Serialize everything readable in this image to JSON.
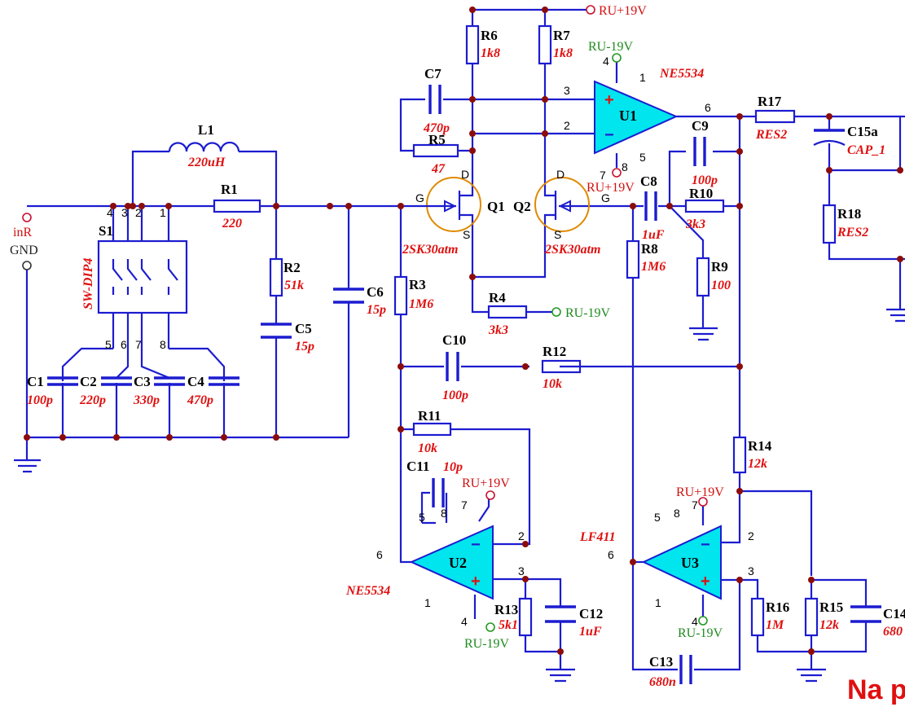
{
  "nets": {
    "ru_pos": "RU+19V",
    "ru_neg": "RU-19V",
    "inr": "inR",
    "gnd": "GND"
  },
  "resistors": {
    "r1": {
      "ref": "R1",
      "value": "220"
    },
    "r2": {
      "ref": "R2",
      "value": "51k"
    },
    "r3": {
      "ref": "R3",
      "value": "1M6"
    },
    "r4": {
      "ref": "R4",
      "value": "3k3"
    },
    "r5": {
      "ref": "R5",
      "value": "47"
    },
    "r6": {
      "ref": "R6",
      "value": "1k8"
    },
    "r7": {
      "ref": "R7",
      "value": "1k8"
    },
    "r8": {
      "ref": "R8",
      "value": "1M6"
    },
    "r9": {
      "ref": "R9",
      "value": "100"
    },
    "r10": {
      "ref": "R10",
      "value": "3k3"
    },
    "r11": {
      "ref": "R11",
      "value": "10k"
    },
    "r12": {
      "ref": "R12",
      "value": "10k"
    },
    "r13": {
      "ref": "R13",
      "value": "5k1"
    },
    "r14": {
      "ref": "R14",
      "value": "12k"
    },
    "r15": {
      "ref": "R15",
      "value": "12k"
    },
    "r16": {
      "ref": "R16",
      "value": "1M"
    },
    "r17": {
      "ref": "R17",
      "value": "RES2"
    },
    "r18": {
      "ref": "R18",
      "value": "RES2"
    }
  },
  "capacitors": {
    "c1": {
      "ref": "C1",
      "value": "100p"
    },
    "c2": {
      "ref": "C2",
      "value": "220p"
    },
    "c3": {
      "ref": "C3",
      "value": "330p"
    },
    "c4": {
      "ref": "C4",
      "value": "470p"
    },
    "c5": {
      "ref": "C5",
      "value": "15p"
    },
    "c6": {
      "ref": "C6",
      "value": "15p"
    },
    "c7": {
      "ref": "C7",
      "value": "470p"
    },
    "c8": {
      "ref": "C8",
      "value": "1uF"
    },
    "c9": {
      "ref": "C9",
      "value": "100p"
    },
    "c10": {
      "ref": "C10",
      "value": "100p"
    },
    "c11": {
      "ref": "C11",
      "value": "10p"
    },
    "c12": {
      "ref": "C12",
      "value": "1uF"
    },
    "c13": {
      "ref": "C13",
      "value": "680n"
    },
    "c14": {
      "ref": "C14",
      "value": "680"
    },
    "c15a": {
      "ref": "C15a",
      "value": "CAP_1"
    }
  },
  "inductor": {
    "ref": "L1",
    "value": "220uH"
  },
  "switch": {
    "ref": "S1",
    "value": "SW-DIP4"
  },
  "transistors": {
    "q1": {
      "ref": "Q1",
      "value": "2SK30atm"
    },
    "q2": {
      "ref": "Q2",
      "value": "2SK30atm"
    }
  },
  "opamps": {
    "u1": {
      "ref": "U1",
      "value": "NE5534"
    },
    "u2": {
      "ref": "U2",
      "value": "NE5534"
    },
    "u3": {
      "ref": "U3",
      "value": "LF411"
    }
  },
  "pins": {
    "one": "1",
    "two": "2",
    "three": "3",
    "four": "4",
    "five": "5",
    "six": "6",
    "seven": "7",
    "eight": "8",
    "d": "D",
    "g": "G",
    "s": "S"
  },
  "cut_text": "Na p"
}
